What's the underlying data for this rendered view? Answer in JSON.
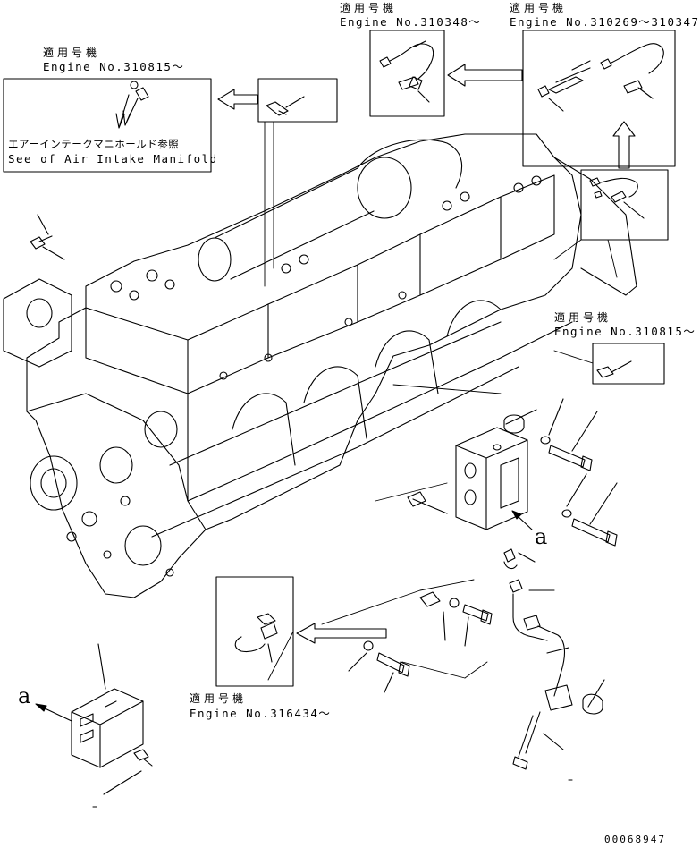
{
  "callouts": {
    "air_intake": {
      "applicable_jp": "適用号機",
      "engine_no": "Engine No.310815～",
      "ref_jp": "エアーインテークマニホールド参照",
      "ref_en": "See of Air Intake Manifold"
    },
    "top_middle": {
      "applicable_jp": "適用号機",
      "engine_no": "Engine No.310348～"
    },
    "top_right": {
      "applicable_jp": "適用号機",
      "engine_no": "Engine No.310269～310347"
    },
    "right_mid": {
      "applicable_jp": "適用号機",
      "engine_no": "Engine No.310815～"
    },
    "bottom_mid": {
      "applicable_jp": "適用号機",
      "engine_no": "Engine No.316434～"
    }
  },
  "markers": {
    "a_right": "a",
    "a_left": "a"
  },
  "drawing_number": "00068947"
}
